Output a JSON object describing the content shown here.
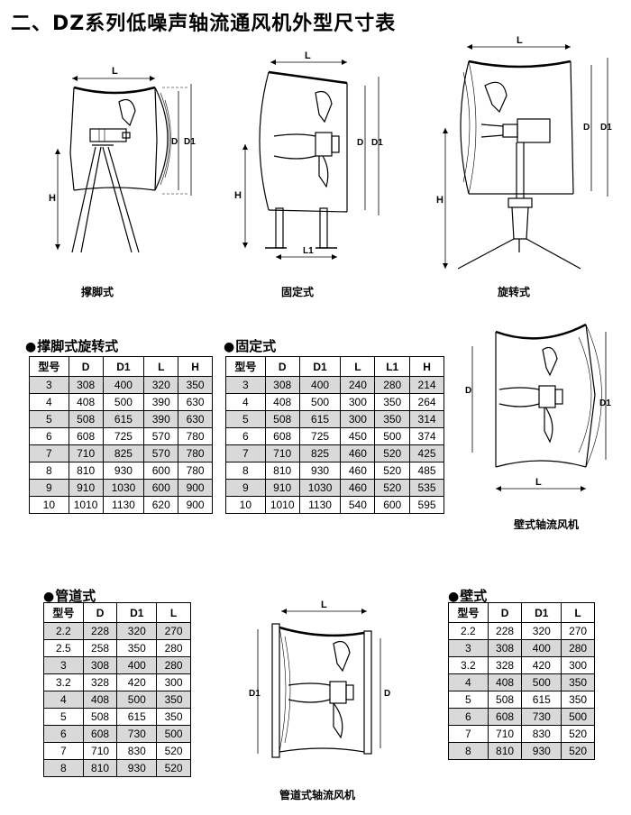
{
  "title": "二、DZ系列低噪声轴流通风机外型尺寸表",
  "drawings": {
    "legs": {
      "caption": "撑脚式",
      "labels": {
        "L": "L",
        "D": "D",
        "D1": "D1",
        "H": "H"
      }
    },
    "fixed": {
      "caption": "固定式",
      "labels": {
        "L": "L",
        "D": "D",
        "D1": "D1",
        "H": "H",
        "L1": "L1"
      }
    },
    "rotary": {
      "caption": "旋转式",
      "labels": {
        "L": "L",
        "D": "D",
        "D1": "D1",
        "H": "H"
      }
    },
    "wall": {
      "caption": "壁式轴流风机",
      "labels": {
        "L": "L",
        "D": "D",
        "D1": "D1"
      }
    },
    "duct": {
      "caption": "管道式轴流风机",
      "labels": {
        "L": "L",
        "D": "D",
        "D1": "D1"
      }
    }
  },
  "tables": {
    "legs_rotary": {
      "heading": "撑脚式旋转式",
      "columns": [
        "型号",
        "D",
        "D1",
        "L",
        "H"
      ],
      "rows": [
        [
          "3",
          "308",
          "400",
          "320",
          "350"
        ],
        [
          "4",
          "408",
          "500",
          "390",
          "630"
        ],
        [
          "5",
          "508",
          "615",
          "390",
          "630"
        ],
        [
          "6",
          "608",
          "725",
          "570",
          "780"
        ],
        [
          "7",
          "710",
          "825",
          "570",
          "780"
        ],
        [
          "8",
          "810",
          "930",
          "600",
          "780"
        ],
        [
          "9",
          "910",
          "1030",
          "600",
          "900"
        ],
        [
          "10",
          "1010",
          "1130",
          "620",
          "900"
        ]
      ]
    },
    "fixed": {
      "heading": "固定式",
      "columns": [
        "型号",
        "D",
        "D1",
        "L",
        "L1",
        "H"
      ],
      "rows": [
        [
          "3",
          "308",
          "400",
          "240",
          "280",
          "214"
        ],
        [
          "4",
          "408",
          "500",
          "300",
          "350",
          "264"
        ],
        [
          "5",
          "508",
          "615",
          "300",
          "350",
          "314"
        ],
        [
          "6",
          "608",
          "725",
          "450",
          "500",
          "374"
        ],
        [
          "7",
          "710",
          "825",
          "460",
          "520",
          "425"
        ],
        [
          "8",
          "810",
          "930",
          "460",
          "520",
          "485"
        ],
        [
          "9",
          "910",
          "1030",
          "460",
          "520",
          "535"
        ],
        [
          "10",
          "1010",
          "1130",
          "540",
          "600",
          "595"
        ]
      ]
    },
    "duct": {
      "heading": "管道式",
      "columns": [
        "型号",
        "D",
        "D1",
        "L"
      ],
      "rows": [
        [
          "2.2",
          "228",
          "320",
          "270"
        ],
        [
          "2.5",
          "258",
          "350",
          "280"
        ],
        [
          "3",
          "308",
          "400",
          "280"
        ],
        [
          "3.2",
          "328",
          "420",
          "300"
        ],
        [
          "4",
          "408",
          "500",
          "350"
        ],
        [
          "5",
          "508",
          "615",
          "350"
        ],
        [
          "6",
          "608",
          "730",
          "500"
        ],
        [
          "7",
          "710",
          "830",
          "520"
        ],
        [
          "8",
          "810",
          "930",
          "520"
        ]
      ]
    },
    "wall": {
      "heading": "壁式",
      "columns": [
        "型号",
        "D",
        "D1",
        "L"
      ],
      "rows": [
        [
          "2.2",
          "228",
          "320",
          "270"
        ],
        [
          "3",
          "308",
          "400",
          "280"
        ],
        [
          "3.2",
          "328",
          "420",
          "300"
        ],
        [
          "4",
          "408",
          "500",
          "350"
        ],
        [
          "5",
          "508",
          "615",
          "350"
        ],
        [
          "6",
          "608",
          "730",
          "500"
        ],
        [
          "7",
          "710",
          "830",
          "520"
        ],
        [
          "8",
          "810",
          "930",
          "520"
        ]
      ]
    }
  }
}
